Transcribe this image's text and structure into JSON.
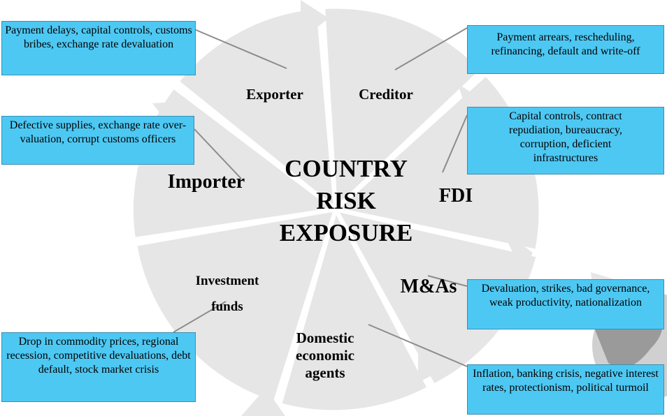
{
  "title": {
    "line1": "COUNTRY",
    "line2": "RISK",
    "line3": "EXPOSURE"
  },
  "actors": {
    "exporter": "Exporter",
    "creditor": "Creditor",
    "importer": "Importer",
    "fdi": "FDI",
    "mas": "M&As",
    "investment_line1": "Investment",
    "investment_line2": "funds",
    "domestic_line1": "Domestic",
    "domestic_line2": "economic",
    "domestic_line3": "agents"
  },
  "risks": {
    "exporter": "Payment delays, capital controls, customs bribes, exchange rate devaluation",
    "creditor": "Payment arrears, rescheduling, refinancing, default and write-off",
    "importer": "Defective supplies, exchange rate over-valuation, corrupt customs officers",
    "fdi": "Capital controls, contract repudiation, bureaucracy, corruption, deficient infrastructures",
    "mas": "Devaluation, strikes, bad governance, weak productivity, nationalization",
    "investment": "Drop in commodity prices, regional recession, competitive devaluations, debt default, stock market crisis",
    "domestic": "Inflation, banking crisis, negative interest rates, protectionism, political turmoil"
  },
  "colors": {
    "box_fill": "#4dc8f3",
    "wheel": "#e6e6e6",
    "connector": "#8c8c8c"
  }
}
